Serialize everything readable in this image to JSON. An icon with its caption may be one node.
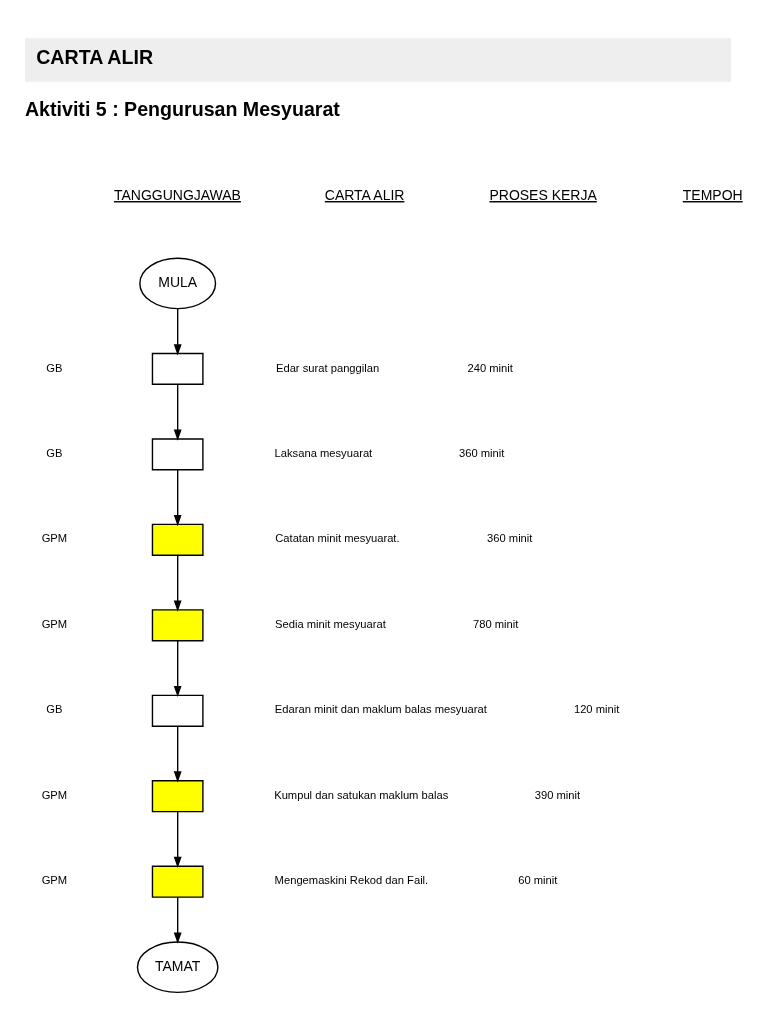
{
  "diagram": {
    "title": "CARTA ALIR",
    "nodes": [
      {
        "text": [
          "MULA"
        ]
      },
      {
        "text": [],
        "shape": "box"
      },
      {
        "text": [],
        "shape": "box"
      },
      {
        "text": [],
        "shape": "box"
      },
      {
        "text": [],
        "shape": "box"
      },
      {
        "text": [],
        "shape": "box"
      },
      {
        "text": [],
        "shape": "box"
      },
      {
        "text": [],
        "shape": "box"
      },
      {
        "text": [
          "TAMAT"
        ]
      }
    ],
    "edges": [
      {
        "from": 0,
        "to": 1,
        "arrow": "to"
      },
      {
        "from": 1,
        "to": 2,
        "arrow": "to"
      },
      {
        "from": 2,
        "to": 3,
        "arrow": "to"
      },
      {
        "from": 3,
        "to": 4,
        "arrow": "to"
      },
      {
        "from": 4,
        "to": 5,
        "arrow": "to"
      },
      {
        "from": 5,
        "to": 6,
        "arrow": "to"
      },
      {
        "from": 6,
        "to": 7,
        "arrow": "to"
      },
      {
        "from": 7,
        "to": 8,
        "arrow": "to"
      }
    ],
    "labels": [
      "Aktiviti 5 : Pengurusan Mesyuarat",
      "TANGGUNGJAWAB",
      "CARTA ALIR",
      "PROSES KERJA",
      "TEMPOH",
      "GB",
      "Edar surat panggilan",
      "240 minit",
      "GB",
      "Laksana mesyuarat",
      "360 minit",
      "GPM",
      "Catatan minit mesyuarat.",
      "360 minit",
      "GPM",
      "Sedia minit mesyuarat",
      "780 minit",
      "GB",
      "Edaran minit dan maklum balas mesyuarat",
      "120 minit",
      "GPM",
      "Kumpul dan satukan maklum balas",
      "390 minit",
      "GPM",
      "Mengemaskini Rekod dan Fail.",
      "60 minit"
    ]
  }
}
